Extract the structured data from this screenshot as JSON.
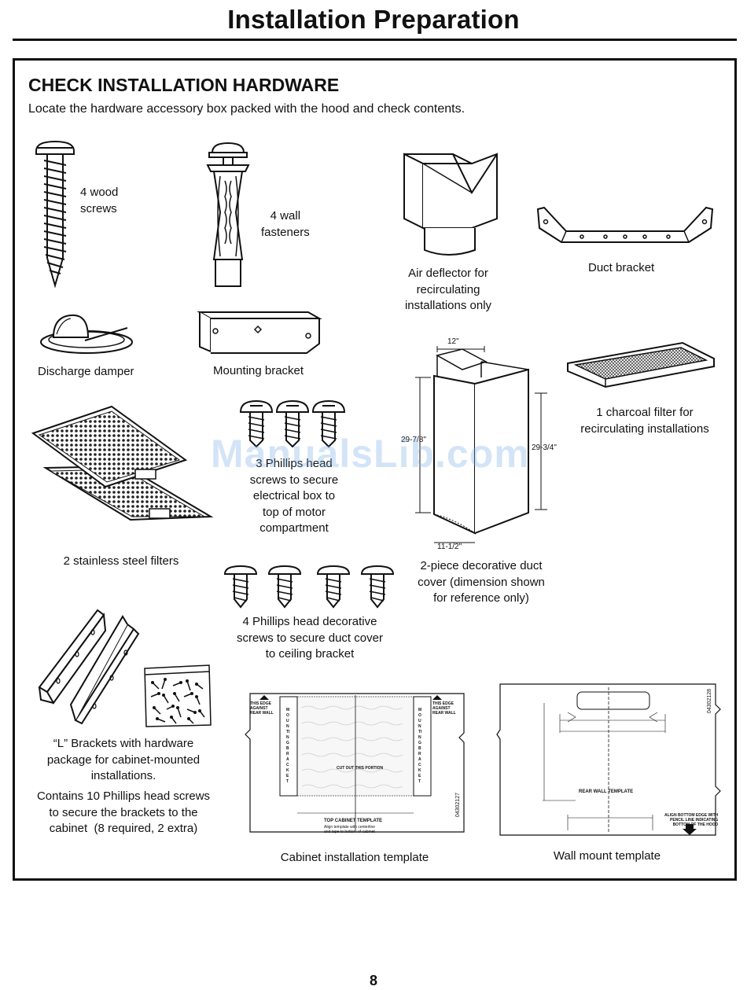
{
  "page": {
    "title": "Installation Preparation",
    "number": "8"
  },
  "section": {
    "heading": "CHECK INSTALLATION HARDWARE",
    "intro": "Locate the hardware accessory box packed with the hood and check contents."
  },
  "items": {
    "wood_screws": "4 wood\nscrews",
    "wall_fasteners": "4 wall\nfasteners",
    "air_deflector": "Air deflector for\nrecirculating\ninstallations only",
    "duct_bracket": "Duct bracket",
    "discharge_damper": "Discharge damper",
    "mounting_bracket": "Mounting bracket",
    "charcoal_filter": "1 charcoal filter for\nrecirculating installations",
    "stainless_filters": "2 stainless steel filters",
    "phillips_screws": "3 Phillips head\nscrews to secure\nelectrical box to\ntop of motor\ncompartment",
    "duct_cover": "2-piece decorative duct\ncover (dimension shown\nfor reference only)",
    "decorative_screws": "4 Phillips head decorative\nscrews to secure duct cover\nto ceiling bracket",
    "l_brackets": "“L” Brackets with hardware\npackage for cabinet-mounted\ninstallations.",
    "l_brackets_contents": "Contains 10 Phillips head screws\nto secure the brackets to the\ncabinet  (8 required, 2 extra)",
    "cabinet_template": "Cabinet installation template",
    "wall_template": "Wall mount template"
  },
  "dimensions": {
    "width_top": "12\"",
    "height_left": "29-7/8\"",
    "height_right": "29-3/4\"",
    "width_bottom": "11-1/2\""
  },
  "templates": {
    "cabinet": {
      "title": "TOP CABINET TEMPLATE",
      "subtitle": "Align template with centerline\nand tape to bottom of cabinet",
      "cut_out": "CUT OUT THIS PORTION",
      "edge_note": "THIS EDGE\nAGAINST\nREAR WALL",
      "bracket_label": "MOUNTING BRACKET",
      "code": "04302127"
    },
    "wall": {
      "title": "REAR WALL TEMPLATE",
      "note": "ALIGN BOTTOM EDGE WITH\nPENCIL LINE INDICATING\nBOTTOM OF THE HOOD",
      "code": "04302128"
    }
  },
  "watermark": "ManualsLib.com"
}
